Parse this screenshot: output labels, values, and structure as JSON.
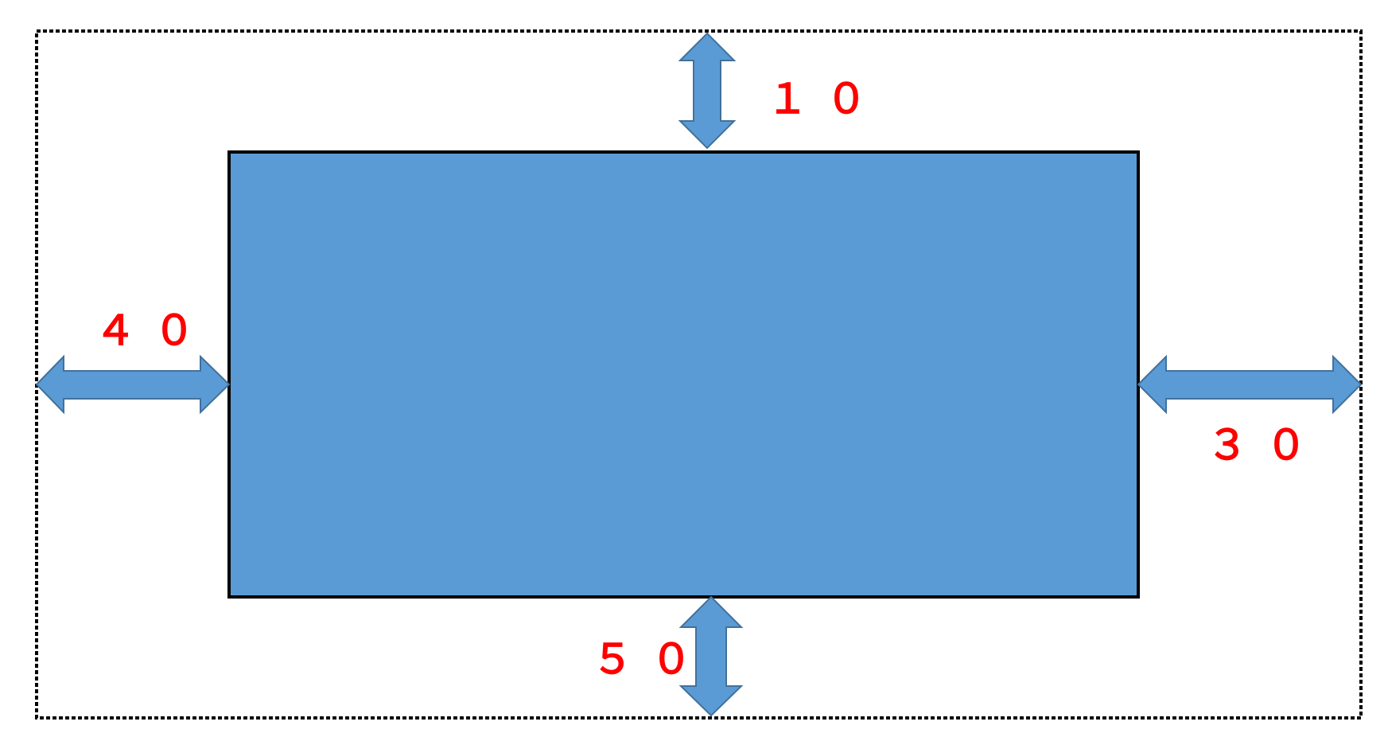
{
  "margins": {
    "top": "１０",
    "left": "４０",
    "right": "３０",
    "bottom": "５０"
  },
  "colors": {
    "box_fill": "#5B9BD5",
    "box_stroke": "#000000",
    "arrow_fill": "#5B9BD5",
    "arrow_stroke": "#41719C",
    "label": "#FF0000",
    "outer_border": "#000000"
  }
}
